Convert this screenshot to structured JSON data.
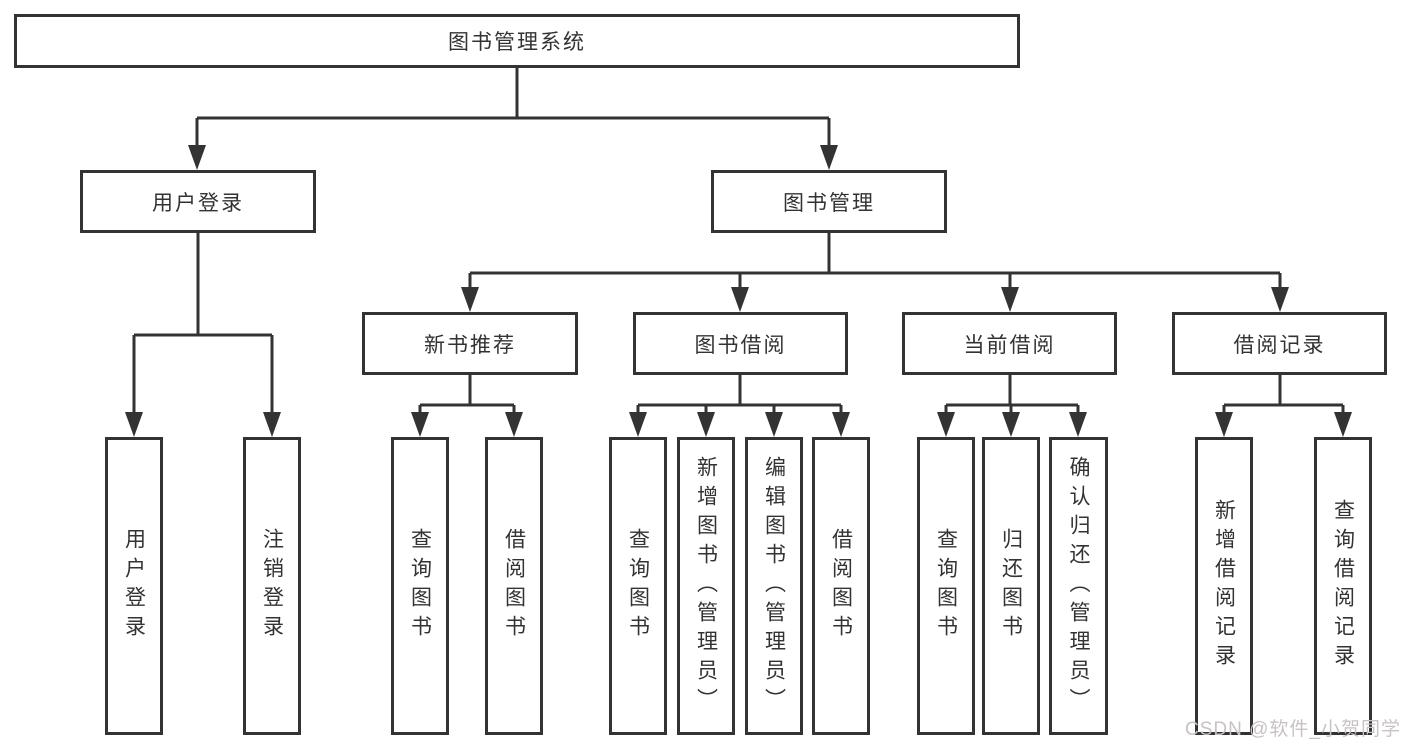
{
  "diagram": {
    "root": "图书管理系统",
    "user_login": {
      "label": "用户登录",
      "children": {
        "login": "用户登录",
        "logout": "注销登录"
      }
    },
    "book_mgmt": {
      "label": "图书管理",
      "children": {
        "new_book_rec": {
          "label": "新书推荐",
          "children": {
            "query_books": "查询图书",
            "borrow_books": "借阅图书"
          }
        },
        "book_borrow": {
          "label": "图书借阅",
          "children": {
            "query_books": "查询图书",
            "add_books": "新增图书（管理员）",
            "edit_books": "编辑图书（管理员）",
            "borrow_books": "借阅图书"
          }
        },
        "current_borrow": {
          "label": "当前借阅",
          "children": {
            "query_books": "查询图书",
            "return_books": "归还图书",
            "confirm_return": "确认归还（管理员）"
          }
        },
        "borrow_records": {
          "label": "借阅记录",
          "children": {
            "add_record": "新增借阅记录",
            "query_record": "查询借阅记录"
          }
        }
      }
    }
  },
  "watermark": "CSDN @软件_小贺同学",
  "colors": {
    "line": "#333333",
    "text": "#333333",
    "box_background": "#ffffff",
    "watermark": "#c7c2c6"
  }
}
